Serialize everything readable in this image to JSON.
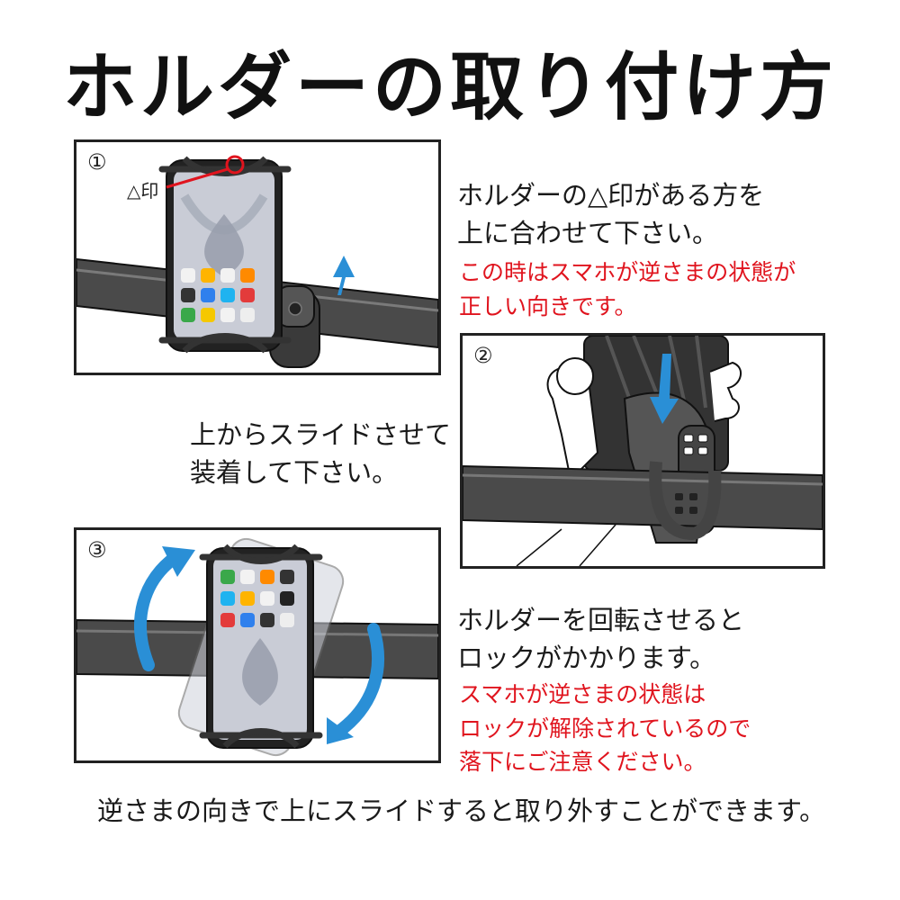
{
  "title": "ホルダーの取り付け方",
  "steps": [
    {
      "number": "①",
      "mark_label": "△印",
      "instruction_lines": [
        "ホルダーの△印がある方を",
        "上に合わせて下さい。"
      ],
      "note_lines": [
        "この時はスマホが逆さまの状態が",
        "正しい向きです。"
      ]
    },
    {
      "number": "②",
      "instruction_lines": [
        "上からスライドさせて",
        "装着して下さい。"
      ]
    },
    {
      "number": "③",
      "instruction_lines": [
        "ホルダーを回転させると",
        "ロックがかかります。"
      ],
      "note_lines": [
        "スマホが逆さまの状態は",
        "ロックが解除されているので",
        "落下にご注意ください。"
      ]
    }
  ],
  "footer": "逆さまの向きで上にスライドすると取り外すことができます。",
  "colors": {
    "note_red": "#e0141e",
    "arrow_blue": "#2a8fd6",
    "bar_gray": "#4a4a4a",
    "frame": "#222222"
  }
}
